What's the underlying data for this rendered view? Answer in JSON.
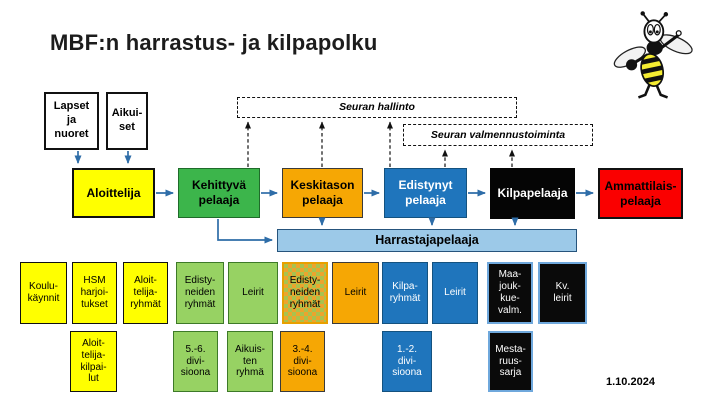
{
  "slide": {
    "title": "MBF:n harrastus- ja kilpapolku",
    "date": "1.10.2024"
  },
  "entry_boxes": [
    {
      "label": "Lapset\nja\nnuoret"
    },
    {
      "label": "Aikui-\nset"
    }
  ],
  "governance_boxes": [
    {
      "label": "Seuran hallinto"
    },
    {
      "label": "Seuran valmennustoiminta"
    }
  ],
  "stages": [
    {
      "label": "Aloittelija",
      "color": "#FFFF00"
    },
    {
      "label": "Kehittyvä\npelaaja",
      "color": "#3CB54B"
    },
    {
      "label": "Keskitason\npelaaja",
      "color": "#F6A704"
    },
    {
      "label": "Edistynyt\npelaaja",
      "color": "#1F75BC"
    },
    {
      "label": "Kilpapelaaja",
      "color": "#000000"
    },
    {
      "label": "Ammattilais-\npelaaja",
      "color": "#FA0000"
    }
  ],
  "hobby_bar": {
    "label": "Harrastajapelaaja",
    "color": "#9CC9E8"
  },
  "activities_row1": [
    {
      "label": "Koulu-\nkäynnit",
      "style": "yellow"
    },
    {
      "label": "HSM\nharjoi-\ntukset",
      "style": "yellow"
    },
    {
      "label": "Aloit-\ntelija-\nryhmät",
      "style": "yellow"
    },
    {
      "label": "Edisty-\nneiden\nryhmät",
      "style": "light-green"
    },
    {
      "label": "Leirit",
      "style": "light-green"
    },
    {
      "label": "Edisty-\nneiden\nryhmät",
      "style": "checkered"
    },
    {
      "label": "Leirit",
      "style": "orange"
    },
    {
      "label": "Kilpa-\nryhmät",
      "style": "blue"
    },
    {
      "label": "Leirit",
      "style": "blue"
    },
    {
      "label": "Maa-\njouk-\nkue-\nvalm.",
      "style": "black"
    },
    {
      "label": "Kv.\nleirit",
      "style": "black"
    }
  ],
  "activities_row2": [
    {
      "label": "Aloit-\ntelija-\nkilpai-\nlut",
      "style": "yellow"
    },
    {
      "label": "5.-6.\ndivi-\nsioona",
      "style": "light-green"
    },
    {
      "label": "Aikuis-\nten\nryhmä",
      "style": "light-green"
    },
    {
      "label": "3.-4.\ndivi-\nsioona",
      "style": "orange"
    },
    {
      "label": "1.-2.\ndivi-\nsioona",
      "style": "blue"
    },
    {
      "label": "Mesta-\nruus-\nsarja",
      "style": "black"
    }
  ],
  "icons": {
    "mascot": "bee-mascot"
  },
  "palette": {
    "yellow": "#FFFF00",
    "green": "#3CB54B",
    "light_green": "#97D263",
    "orange": "#F6A704",
    "blue": "#1F75BC",
    "light_blue_bar": "#9CC9E8",
    "black": "#000000",
    "red": "#FA0000",
    "arrow_blue": "#2E6DA8"
  }
}
